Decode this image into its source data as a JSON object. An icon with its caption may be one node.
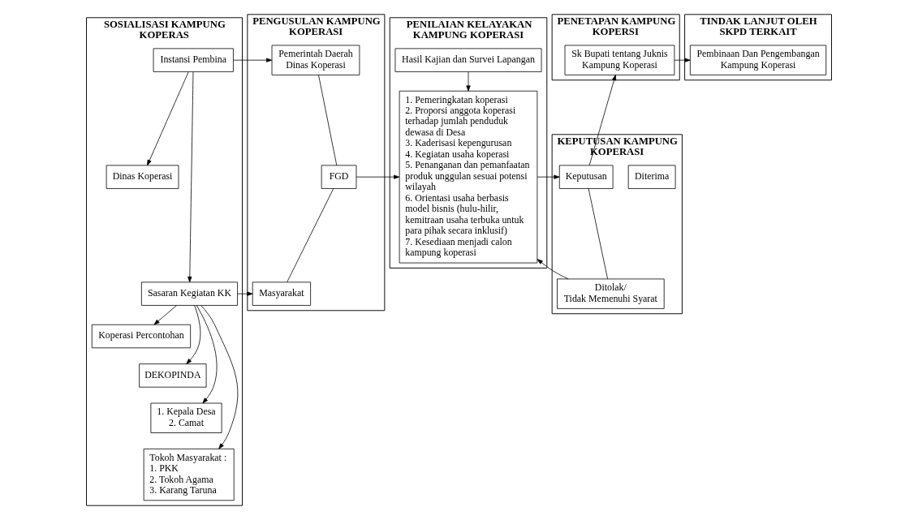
{
  "diagram": {
    "nodes": [
      {
        "text": [
          "SOSIALISASI KAMPUNG KOPERAS"
        ]
      },
      {
        "text": [
          "PENGUSULAN KAMPUNG KOPERASI"
        ]
      },
      {
        "text": [
          "PENILAIAN KELAYAKAN KAMPUNG KOPERASI"
        ]
      },
      {
        "text": [
          "KEPUTUSAN KAMPUNG KOPERASI"
        ]
      },
      {
        "text": [
          "PENETAPAN KAMPUNG KOPERSI"
        ]
      },
      {
        "text": [
          "TINDAK LANJUT OLEH SKPD TERKAIT"
        ]
      },
      {
        "text": [
          "Instansi Pembina"
        ],
        "in": 0
      },
      {
        "text": [
          "Dinas Koperasi"
        ],
        "in": 0
      },
      {
        "text": [
          "Sasaran Kegiatan KK"
        ],
        "in": 0
      },
      {
        "text": [
          "Koperasi Percontohan"
        ],
        "in": 0
      },
      {
        "text": [
          "DEKOPINDA"
        ],
        "in": 0
      },
      {
        "text": [
          "1. Kepala Desa",
          "2. Camat"
        ],
        "in": 0
      },
      {
        "text": [
          "Tokoh Masyarakat :",
          "1. PKK",
          "2. Tokoh Agama",
          "3. Karang Taruna"
        ],
        "in": 0
      },
      {
        "text": [
          "Pemerintah Daerah",
          "Dinas Koperasi"
        ],
        "in": 1
      },
      {
        "text": [
          "FGD"
        ],
        "in": 1
      },
      {
        "text": [
          "Masyarakat"
        ],
        "in": 1
      },
      {
        "text": [
          "Hasil Kajian dan Survei Lapangan"
        ],
        "in": 2
      },
      {
        "text": [
          "1. Pemeringkatan koperasi",
          "2. Proporsi anggota koperasi terhadap jumlah penduduk dewasa di Desa",
          "3. Kaderisasi kepengurusan",
          "4. Kegiatan usaha koperasi",
          "5. Penanganan dan pemanfaatan produk unggulan sesuai potensi wilayah",
          "6. Orientasi usaha berbasis model bisnis (hulu-hilir, kemitraan usaha terbuka untuk para pihak secara inklusif)",
          "7. Kesediaan menjadi calon kampung koperasi"
        ],
        "in": 2
      },
      {
        "text": [
          "Diterima"
        ],
        "in": 3
      },
      {
        "text": [
          "Keputusan"
        ],
        "in": 3
      },
      {
        "text": [
          "Ditolak/",
          "Tidak Memenuhi Syarat"
        ],
        "in": 3
      },
      {
        "text": [
          "Sk Bupati tentang Juknis Kampung Koperasi"
        ],
        "in": 4
      },
      {
        "text": [
          "Pembinaan Dan Pengembangan Kampung Koperasi"
        ],
        "in": 5
      }
    ],
    "edges": [
      {
        "from": 6,
        "to": 13,
        "arrow": "to"
      },
      {
        "from": 6,
        "to": 7,
        "arrow": "to"
      },
      {
        "from": 6,
        "to": 8,
        "arrow": "to"
      },
      {
        "from": 8,
        "to": 15,
        "arrow": "to"
      },
      {
        "from": 8,
        "to": 9,
        "arrow": "to"
      },
      {
        "from": 8,
        "to": 10,
        "arrow": "to"
      },
      {
        "from": 8,
        "to": 11,
        "arrow": "to"
      },
      {
        "from": 8,
        "to": 12,
        "arrow": "to"
      },
      {
        "from": 13,
        "to": 14,
        "arrow": "none"
      },
      {
        "from": 15,
        "to": 14,
        "arrow": "none"
      },
      {
        "from": 14,
        "to": 17,
        "arrow": "to"
      },
      {
        "from": 16,
        "to": 17,
        "arrow": "to"
      },
      {
        "from": 17,
        "to": 19,
        "arrow": "to"
      },
      {
        "from": 19,
        "to": 21,
        "arrow": "to"
      },
      {
        "from": 19,
        "to": 20,
        "arrow": "none"
      },
      {
        "from": 20,
        "to": 17,
        "arrow": "to"
      },
      {
        "from": 21,
        "to": 22,
        "arrow": "to"
      }
    ]
  }
}
